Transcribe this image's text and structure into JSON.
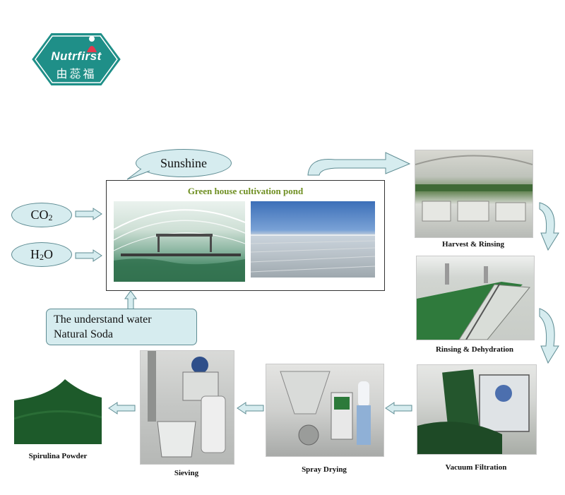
{
  "logo": {
    "brand_text": "Nutrfirst",
    "chinese_text": "由蕊福",
    "color": "#1f8f88"
  },
  "inputs": {
    "sunshine": "Sunshine",
    "co2_main": "CO",
    "co2_sub": "2",
    "h2o_main": "H",
    "h2o_sub": "2",
    "h2o_end": "O",
    "water_line1": "The understand water",
    "water_line2": "Natural Soda"
  },
  "pond": {
    "title": "Green house cultivation pond",
    "title_color": "#6f8f22"
  },
  "steps": {
    "harvest": "Harvest & Rinsing",
    "rinsing": "Rinsing & Dehydration",
    "vacuum": "Vacuum  Filtration",
    "spray": "Spray Drying",
    "sieving": "Sieving",
    "powder": "Spirulina Powder"
  },
  "colors": {
    "callout_fill": "#d6ecef",
    "callout_border": "#5e8c93",
    "spirulina_green": "#1d5a2a"
  }
}
